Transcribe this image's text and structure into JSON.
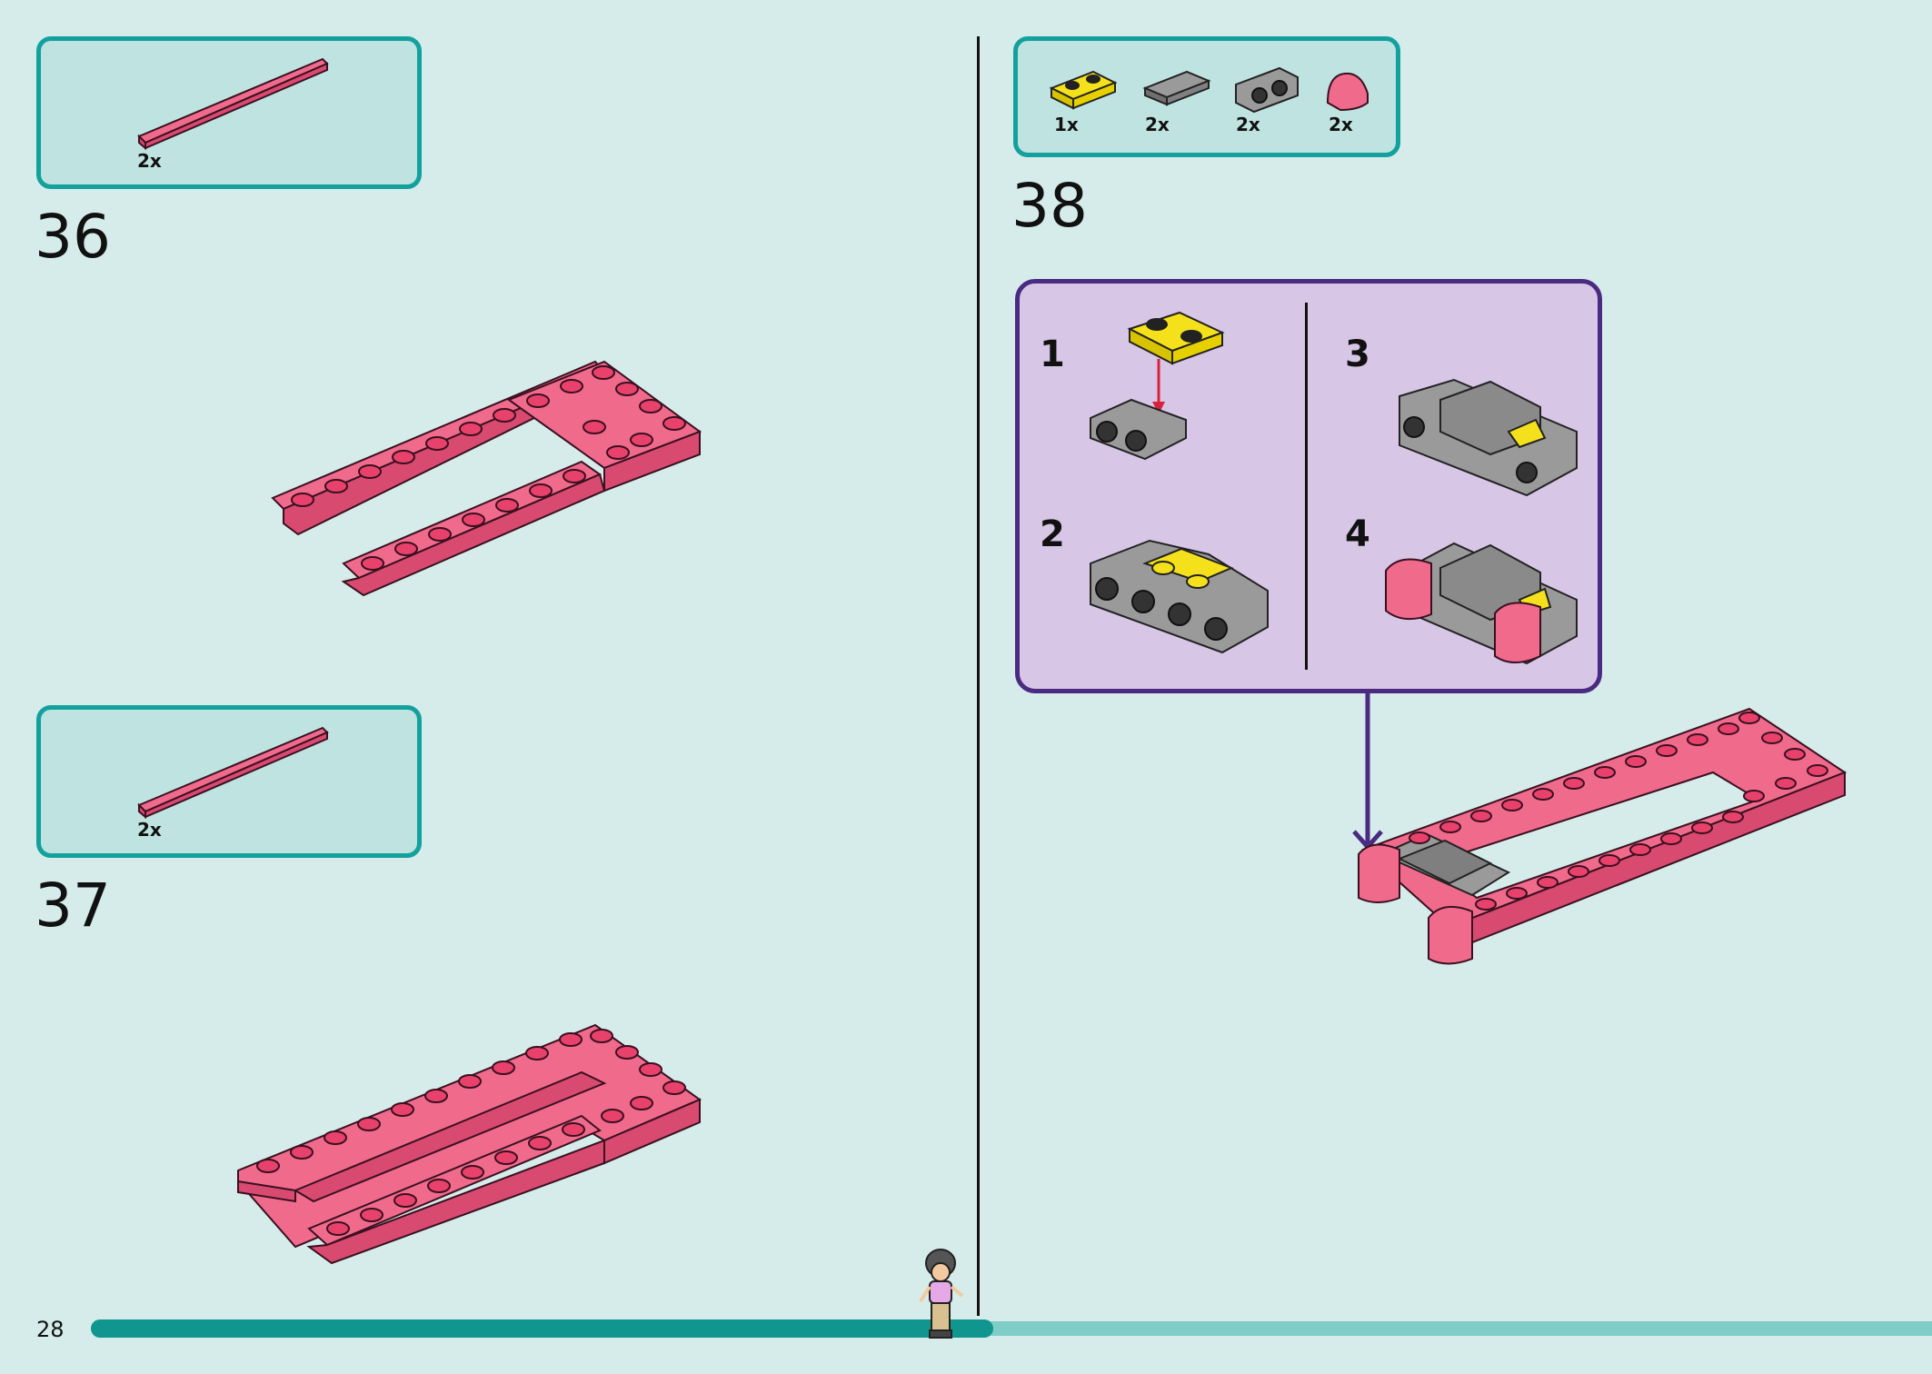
{
  "page_number": "28",
  "steps": [
    {
      "number": "36",
      "parts": [
        {
          "qty": "2x",
          "name": "pink-plate-1x8"
        }
      ]
    },
    {
      "number": "37",
      "parts": [
        {
          "qty": "2x",
          "name": "pink-plate-1x8"
        }
      ]
    },
    {
      "number": "38",
      "parts": [
        {
          "qty": "1x",
          "name": "yellow-plate-1x2"
        },
        {
          "qty": "2x",
          "name": "grey-tile-1x2"
        },
        {
          "qty": "2x",
          "name": "grey-bracket-1x2"
        },
        {
          "qty": "2x",
          "name": "pink-curved-slope"
        }
      ],
      "substeps": [
        "1",
        "2",
        "3",
        "4"
      ]
    }
  ],
  "colors": {
    "background": "#d5ecea",
    "callout_fill": "#bfe3e1",
    "callout_border": "#13a19d",
    "substep_fill": "#d7c6e6",
    "substep_border": "#4b2a82",
    "pink": "#f06a8c",
    "yellow": "#f4e11b",
    "grey": "#9a9a9a",
    "progress_done": "#11958f",
    "progress_remaining": "#7fcdc7"
  },
  "progress": {
    "fraction": 0.49
  }
}
